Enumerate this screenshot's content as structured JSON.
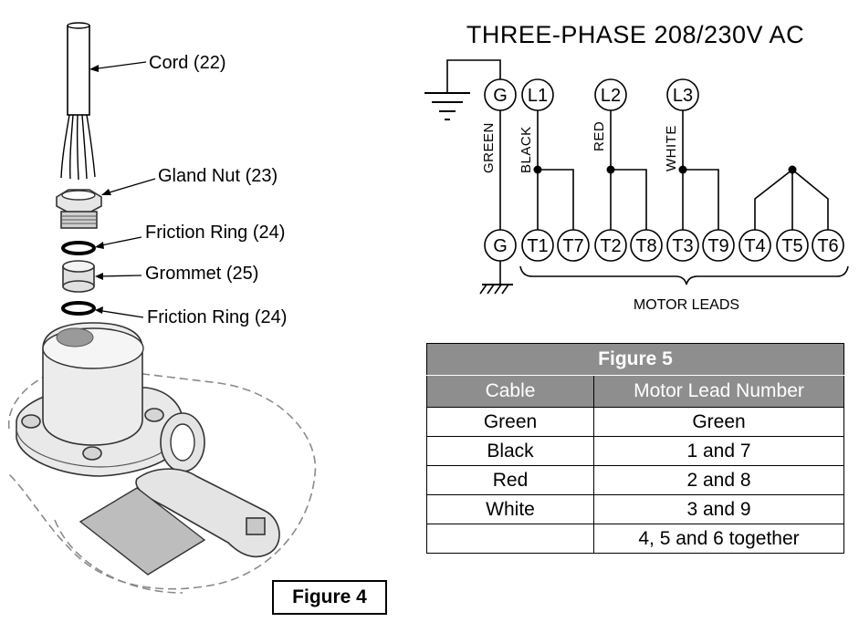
{
  "figure4": {
    "caption": "Figure 4",
    "labels": {
      "cord": "Cord (22)",
      "gland_nut": "Gland Nut (23)",
      "friction_ring_top": "Friction Ring (24)",
      "grommet": "Grommet (25)",
      "friction_ring_bottom": "Friction Ring (24)"
    }
  },
  "wiring": {
    "title": "THREE-PHASE 208/230V AC",
    "supply_terminals": [
      "G",
      "L1",
      "L2",
      "L3"
    ],
    "wire_colors": [
      "GREEN",
      "BLACK",
      "RED",
      "WHITE"
    ],
    "motor_terminals": [
      "G",
      "T1",
      "T7",
      "T2",
      "T8",
      "T3",
      "T9",
      "T4",
      "T5",
      "T6"
    ],
    "motor_leads_label": "MOTOR LEADS"
  },
  "figure5": {
    "caption": "Figure 5",
    "headers": [
      "Cable",
      "Motor Lead Number"
    ],
    "rows": [
      [
        "Green",
        "Green"
      ],
      [
        "Black",
        "1 and 7"
      ],
      [
        "Red",
        "2 and 8"
      ],
      [
        "White",
        "3 and 9"
      ],
      [
        "",
        "4, 5 and 6 together"
      ]
    ]
  }
}
